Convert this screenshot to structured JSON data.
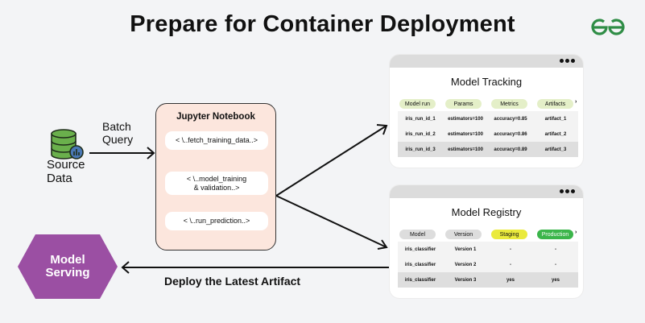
{
  "title": "Prepare for Container Deployment",
  "logo": {
    "icon": "gfg-logo-icon",
    "color": "#2f8d46"
  },
  "source": {
    "icon": "database-icon",
    "label_line1": "Source",
    "label_line2": "Data",
    "color": "#6ab04c"
  },
  "batch_query": {
    "line1": "Batch",
    "line2": "Query"
  },
  "notebook": {
    "title": "Jupyter Notebook",
    "steps": [
      {
        "line1": "< \\..fetch_training_data..>",
        "line2": ""
      },
      {
        "line1": "< \\..model_training",
        "line2": "& validation..>"
      },
      {
        "line1": "< \\..run_prediction..>",
        "line2": ""
      }
    ],
    "bg_color": "#fce6dd"
  },
  "tracking": {
    "title": "Model Tracking",
    "columns": [
      "Model run",
      "Params",
      "Metrics",
      "Artifacts"
    ],
    "more": "›",
    "rows": [
      [
        "iris_run_id_1",
        "estimators=100",
        "accuracy=0.85",
        "artifact_1"
      ],
      [
        "iris_run_id_2",
        "estimators=100",
        "accuracy=0.86",
        "artifact_2"
      ],
      [
        "iris_run_id_3",
        "estimators=100",
        "accuracy=0.89",
        "artifact_3"
      ]
    ],
    "pill_color": "#e4efc8"
  },
  "registry": {
    "title": "Model Registry",
    "columns": [
      "Model",
      "Version",
      "Staging",
      "Production"
    ],
    "more": "›",
    "rows": [
      [
        "iris_classifier",
        "Version 1",
        "-",
        "-"
      ],
      [
        "iris_classifier",
        "Version 2",
        "-",
        "-"
      ],
      [
        "iris_classifier",
        "Version 3",
        "yes",
        "yes"
      ]
    ],
    "colors": {
      "default": "#dddddd",
      "staging": "#eaea3c",
      "production": "#3bb54a"
    }
  },
  "serving": {
    "line1": "Model",
    "line2": "Serving",
    "color": "#9b4fa3"
  },
  "deploy_label": "Deploy the Latest Artifact"
}
